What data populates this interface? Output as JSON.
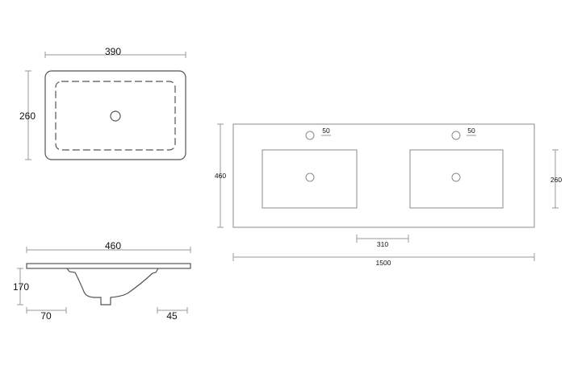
{
  "top_view": {
    "width_label": "390",
    "height_label": "260"
  },
  "side_view": {
    "width_label": "460",
    "height_label": "170",
    "left_offset_label": "70",
    "right_offset_label": "45"
  },
  "double_view": {
    "tap_hole_label_left": "50",
    "tap_hole_label_right": "50",
    "depth_label": "460",
    "basin_depth_label": "260",
    "gap_label": "310",
    "total_width_label": "1500"
  },
  "colors": {
    "line": "#8a8a8a",
    "text": "#111111",
    "background": "#ffffff"
  }
}
